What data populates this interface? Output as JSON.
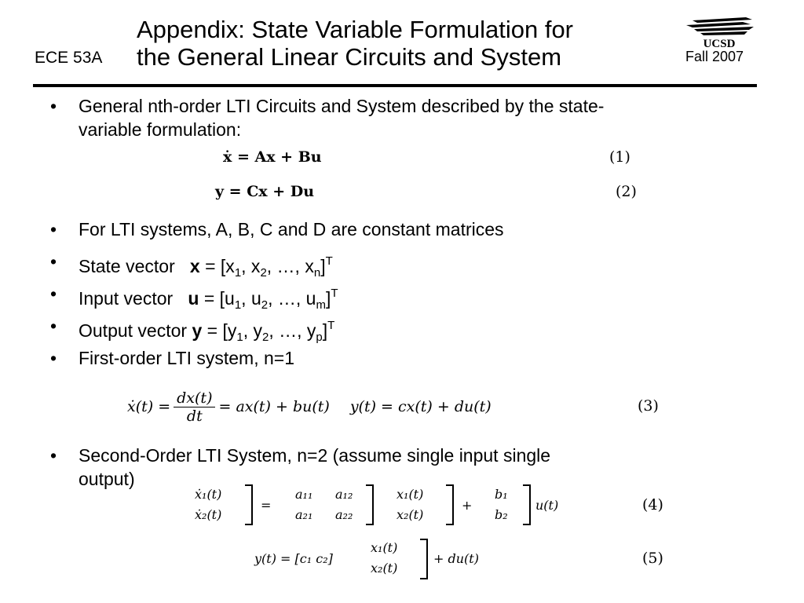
{
  "header": {
    "title_line1": "Appendix: State Variable Formulation for",
    "title_line2": "the General Linear Circuits and System",
    "course": "ECE 53A",
    "term": "Fall 2007",
    "logo_text": "UCSD"
  },
  "bullets": {
    "b1_line1": "General nth-order LTI Circuits and System described by the state-",
    "b1_line2": "variable formulation:",
    "b2": "For LTI systems, A, B, C and D are constant matrices",
    "b3_prefix": "State vector",
    "b3_var": "x",
    "b3_rest": "= [x",
    "b3_s1": "1",
    "b3_c1": ", x",
    "b3_s2": "2",
    "b3_c2": ", …, x",
    "b3_sn": "n",
    "b3_close": "]",
    "b3_T": "T",
    "b4_prefix": "Input vector",
    "b4_var": "u",
    "b4_rest": "= [u",
    "b4_s1": "1",
    "b4_c1": ", u",
    "b4_s2": "2",
    "b4_c2": ", …, u",
    "b4_sn": "m",
    "b4_close": "]",
    "b4_T": "T",
    "b5_prefix": "Output vector",
    "b5_var": "y",
    "b5_rest": "= [y",
    "b5_s1": "1",
    "b5_c1": ", y",
    "b5_s2": "2",
    "b5_c2": ", …, y",
    "b5_sn": "p",
    "b5_close": "]",
    "b5_T": "T",
    "b6": "First-order LTI system, n=1",
    "b7_line1": "Second-Order LTI System, n=2 (assume single input single",
    "b7_line2": "output)",
    "bullet_char": "•"
  },
  "equations": {
    "eq1": "ẋ = Ax + Bu",
    "eq1_num": "(1)",
    "eq2": "y = Cx + Du",
    "eq2_num": "(2)",
    "eq3_lhs": "ẋ(t) =",
    "eq3_num_frac": "dx(t)",
    "eq3_den_frac": "dt",
    "eq3_rhs": "= ax(t) + bu(t)",
    "eq3_second": "y(t) = cx(t) + du(t)",
    "eq3_label": "(3)",
    "eq4_x1dot": "ẋ₁(t)",
    "eq4_x2dot": "ẋ₂(t)",
    "eq4_eq": "=",
    "eq4_a11": "a₁₁",
    "eq4_a12": "a₁₂",
    "eq4_a21": "a₂₁",
    "eq4_a22": "a₂₂",
    "eq4_x1": "x₁(t)",
    "eq4_x2": "x₂(t)",
    "eq4_plus": "+",
    "eq4_b1": "b₁",
    "eq4_b2": "b₂",
    "eq4_u": "u(t)",
    "eq4_label": "(4)",
    "eq5_lhs": "y(t) = [c₁  c₂]",
    "eq5_x1": "x₁(t)",
    "eq5_x2": "x₂(t)",
    "eq5_rhs": "+ du(t)",
    "eq5_label": "(5)"
  }
}
